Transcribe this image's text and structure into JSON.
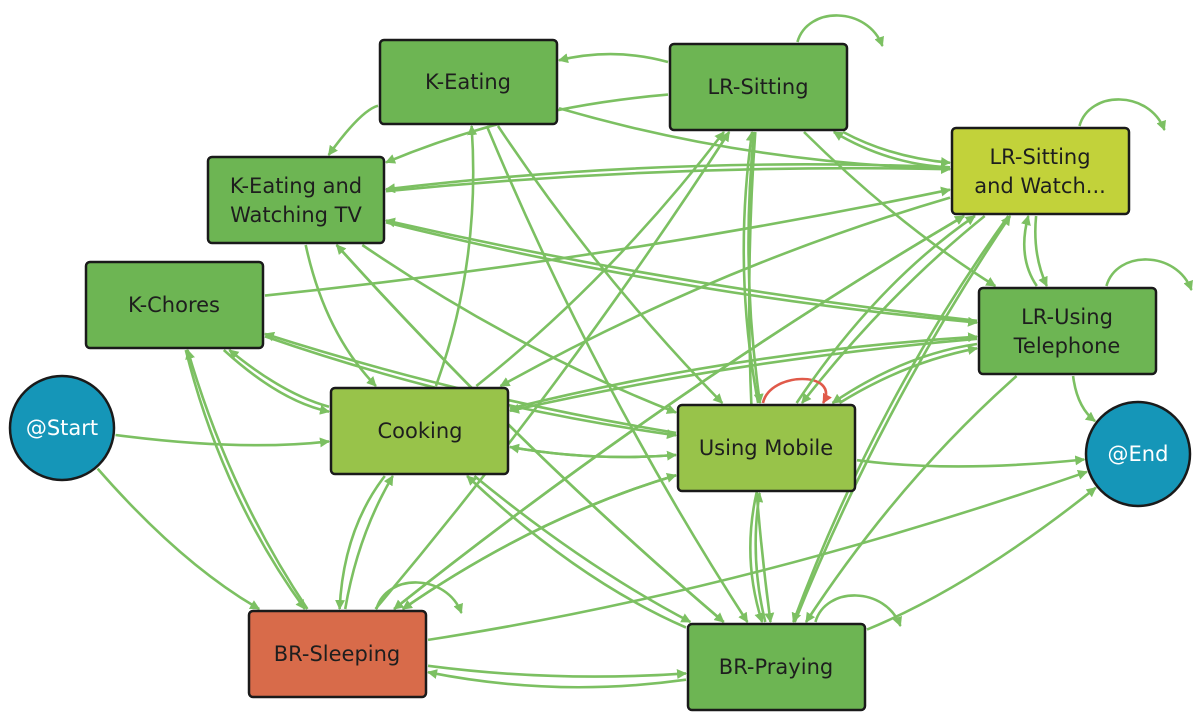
{
  "colors": {
    "edge": "#7cc062",
    "edge_highlight": "#e05a4a",
    "node_green": "#6db553",
    "node_lime": "#98c34a",
    "node_yellow": "#c2d23a",
    "node_orange": "#d86b4a",
    "node_terminal": "#1596b8"
  },
  "nodes": {
    "k_eating": {
      "label1": "K-Eating",
      "label2": ""
    },
    "lr_sitting": {
      "label1": "LR-Sitting",
      "label2": ""
    },
    "lr_sitting_watch": {
      "label1": "LR-Sitting",
      "label2": "and Watch..."
    },
    "k_eating_tv": {
      "label1": "K-Eating and",
      "label2": "Watching TV"
    },
    "k_chores": {
      "label1": "K-Chores",
      "label2": ""
    },
    "lr_telephone": {
      "label1": "LR-Using",
      "label2": "Telephone"
    },
    "start": {
      "label1": "@Start",
      "label2": ""
    },
    "cooking": {
      "label1": "Cooking",
      "label2": ""
    },
    "using_mobile": {
      "label1": "Using Mobile",
      "label2": ""
    },
    "end": {
      "label1": "@End",
      "label2": ""
    },
    "br_sleeping": {
      "label1": "BR-Sleeping",
      "label2": ""
    },
    "br_praying": {
      "label1": "BR-Praying",
      "label2": ""
    }
  },
  "edges": [
    [
      "start",
      "cooking"
    ],
    [
      "start",
      "br_sleeping"
    ],
    [
      "k_eating",
      "lr_sitting_watch"
    ],
    [
      "k_eating",
      "using_mobile"
    ],
    [
      "k_eating",
      "br_praying"
    ],
    [
      "k_eating",
      "k_eating_tv"
    ],
    [
      "lr_sitting",
      "lr_sitting"
    ],
    [
      "lr_sitting",
      "lr_sitting_watch"
    ],
    [
      "lr_sitting",
      "k_eating"
    ],
    [
      "lr_sitting",
      "using_mobile"
    ],
    [
      "lr_sitting",
      "br_praying"
    ],
    [
      "lr_sitting",
      "k_eating_tv"
    ],
    [
      "lr_sitting",
      "lr_telephone"
    ],
    [
      "lr_sitting_watch",
      "lr_sitting_watch"
    ],
    [
      "lr_sitting_watch",
      "lr_sitting"
    ],
    [
      "lr_sitting_watch",
      "using_mobile"
    ],
    [
      "lr_sitting_watch",
      "br_sleeping"
    ],
    [
      "lr_sitting_watch",
      "br_praying"
    ],
    [
      "lr_sitting_watch",
      "lr_telephone"
    ],
    [
      "lr_sitting_watch",
      "k_eating_tv"
    ],
    [
      "lr_sitting_watch",
      "cooking"
    ],
    [
      "k_eating_tv",
      "lr_sitting_watch"
    ],
    [
      "k_eating_tv",
      "using_mobile"
    ],
    [
      "k_eating_tv",
      "cooking"
    ],
    [
      "k_eating_tv",
      "br_praying"
    ],
    [
      "k_eating_tv",
      "lr_telephone"
    ],
    [
      "k_chores",
      "cooking"
    ],
    [
      "k_chores",
      "lr_sitting_watch"
    ],
    [
      "k_chores",
      "using_mobile"
    ],
    [
      "k_chores",
      "br_sleeping"
    ],
    [
      "lr_telephone",
      "lr_telephone"
    ],
    [
      "lr_telephone",
      "end"
    ],
    [
      "lr_telephone",
      "using_mobile"
    ],
    [
      "lr_telephone",
      "cooking"
    ],
    [
      "lr_telephone",
      "br_praying"
    ],
    [
      "lr_telephone",
      "lr_sitting_watch"
    ],
    [
      "lr_telephone",
      "k_eating_tv"
    ],
    [
      "cooking",
      "k_chores"
    ],
    [
      "cooking",
      "k_eating"
    ],
    [
      "cooking",
      "using_mobile"
    ],
    [
      "cooking",
      "lr_sitting"
    ],
    [
      "cooking",
      "br_sleeping"
    ],
    [
      "cooking",
      "br_praying"
    ],
    [
      "cooking",
      "lr_telephone"
    ],
    [
      "using_mobile",
      "using_mobile"
    ],
    [
      "using_mobile",
      "end"
    ],
    [
      "using_mobile",
      "br_praying"
    ],
    [
      "using_mobile",
      "br_sleeping"
    ],
    [
      "using_mobile",
      "cooking"
    ],
    [
      "using_mobile",
      "lr_sitting"
    ],
    [
      "using_mobile",
      "lr_sitting_watch"
    ],
    [
      "using_mobile",
      "k_chores"
    ],
    [
      "using_mobile",
      "lr_telephone"
    ],
    [
      "br_sleeping",
      "br_sleeping"
    ],
    [
      "br_sleeping",
      "cooking"
    ],
    [
      "br_sleeping",
      "k_chores"
    ],
    [
      "br_sleeping",
      "using_mobile"
    ],
    [
      "br_sleeping",
      "lr_sitting"
    ],
    [
      "br_sleeping",
      "lr_sitting_watch"
    ],
    [
      "br_sleeping",
      "end"
    ],
    [
      "br_sleeping",
      "br_praying"
    ],
    [
      "br_praying",
      "br_praying"
    ],
    [
      "br_praying",
      "br_sleeping"
    ],
    [
      "br_praying",
      "using_mobile"
    ],
    [
      "br_praying",
      "end"
    ],
    [
      "br_praying",
      "cooking"
    ],
    [
      "br_praying",
      "k_eating_tv"
    ],
    [
      "br_praying",
      "lr_sitting_watch"
    ]
  ]
}
